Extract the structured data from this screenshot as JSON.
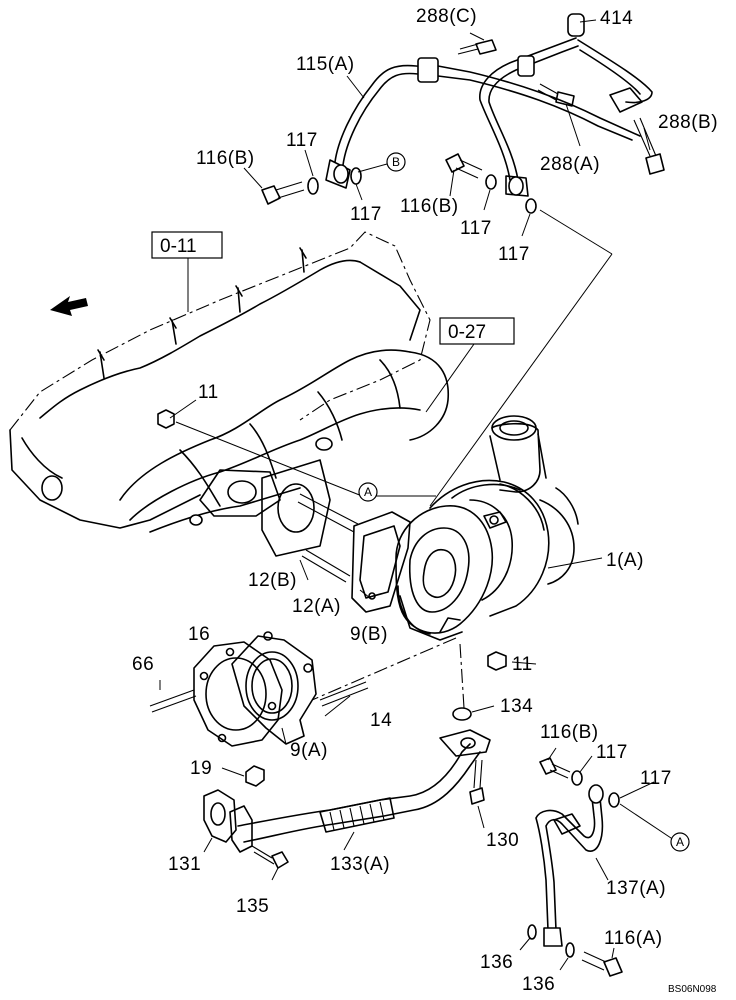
{
  "labels": {
    "p288c": "288(C)",
    "p414": "414",
    "p115a": "115(A)",
    "p288b": "288(B)",
    "p288a": "288(A)",
    "p116b_top": "116(B)",
    "p117_top": "117",
    "p117_mid": "117",
    "p116b_mid": "116(B)",
    "p117_mid2": "117",
    "p117_right": "117",
    "p11_top": "11",
    "p1a": "1(A)",
    "p12b": "12(B)",
    "p12a": "12(A)",
    "p9b": "9(B)",
    "p11_bot": "11",
    "p16": "16",
    "p66": "66",
    "p14": "14",
    "p9a": "9(A)",
    "p19": "19",
    "p134": "134",
    "p116b_bot": "116(B)",
    "p117_bot1": "117",
    "p117_bot2": "117",
    "p130": "130",
    "p131": "131",
    "p133a": "133(A)",
    "p135": "135",
    "p137a": "137(A)",
    "p136_a": "136",
    "p136_b": "136",
    "p116a": "116(A)"
  },
  "refs": {
    "box_011": "0-11",
    "box_027": "0-27",
    "circle_b": "B",
    "circle_a_top": "A",
    "circle_a_bot": "A"
  },
  "drawing_code": "BS06N098",
  "icons": {
    "direction": "front-arrow-icon"
  }
}
